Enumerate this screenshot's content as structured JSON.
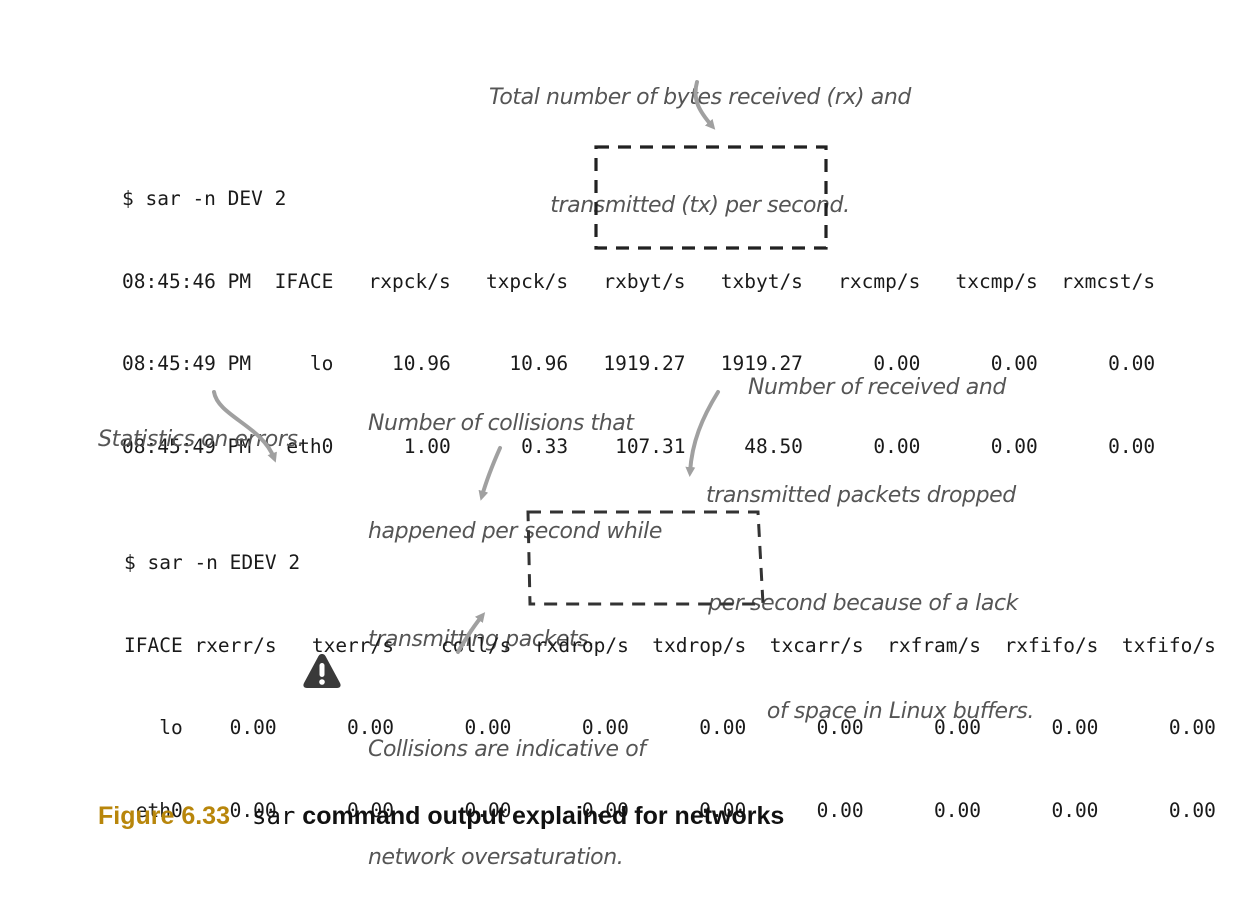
{
  "dev_block": {
    "command": "$ sar -n DEV 2",
    "lines": [
      "08:45:46 PM  IFACE   rxpck/s   txpck/s   rxbyt/s   txbyt/s   rxcmp/s   txcmp/s  rxmcst/s",
      "08:45:49 PM     lo     10.96     10.96   1919.27   1919.27      0.00      0.00      0.00",
      "08:45:49 PM   eth0      1.00      0.33    107.31     48.50      0.00      0.00      0.00"
    ]
  },
  "edev_block": {
    "command": "$ sar -n EDEV 2",
    "lines": [
      "IFACE rxerr/s   txerr/s    coll/s  rxdrop/s  txdrop/s  txcarr/s  rxfram/s  rxfifo/s  txfifo/s",
      "   lo    0.00      0.00      0.00      0.00      0.00      0.00      0.00      0.00      0.00",
      " eth0    0.00      0.00      0.00      0.00      0.00      0.00      0.00      0.00      0.00"
    ]
  },
  "annotations": {
    "bytes": [
      "Total number of bytes received (rx) and",
      "transmitted (tx) per second."
    ],
    "errors": [
      "Statistics on errors."
    ],
    "collisions": [
      "Number of collisions that",
      "happened per second while",
      "transmitting packets."
    ],
    "dropped": [
      "Number of received and",
      "transmitted packets dropped",
      "per second because of a lack",
      "of space in Linux buffers."
    ],
    "warning": [
      "Collisions are indicative of",
      "network oversaturation."
    ]
  },
  "caption": {
    "figure_number": "Figure 6.33",
    "command": "sar",
    "text": " command output explained for networks"
  },
  "icons": {
    "warning": "warning-icon"
  },
  "colors": {
    "caption_accent": "#b8860b",
    "annotation": "#555555",
    "arrow": "#a0a0a0"
  }
}
